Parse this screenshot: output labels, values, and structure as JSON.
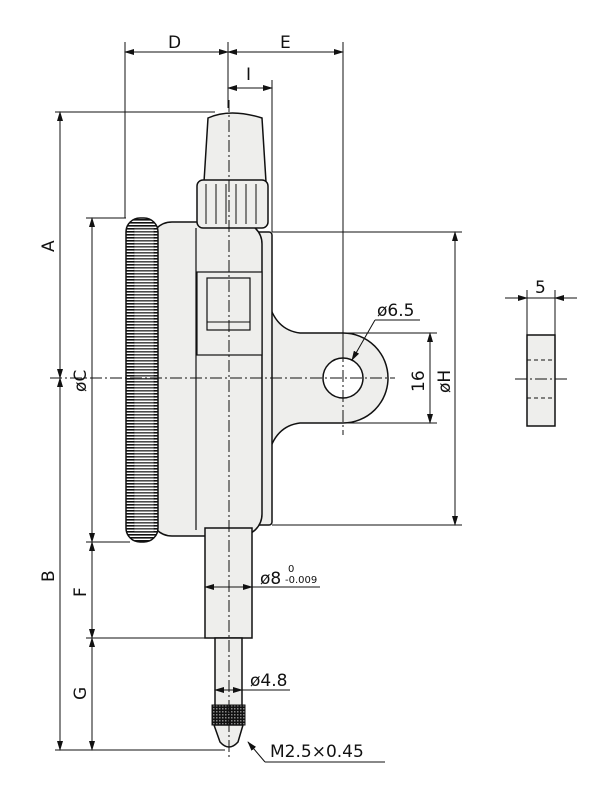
{
  "title": "Dial indicator side view dimensions",
  "labels": {
    "D": "D",
    "E": "E",
    "I": "I",
    "A": "A",
    "C": "øC",
    "B": "B",
    "F": "F",
    "G": "G",
    "lug_hole": "ø6.5",
    "lug_height": "16",
    "H": "øH",
    "back_thickness": "5",
    "stem": "ø8",
    "stem_tol_upper": "0",
    "stem_tol_lower": "-0.009",
    "spindle": "ø4.8",
    "thread": "M2.5×0.45"
  },
  "colors": {
    "part_fill": "#eeeeec",
    "line": "#111111"
  }
}
